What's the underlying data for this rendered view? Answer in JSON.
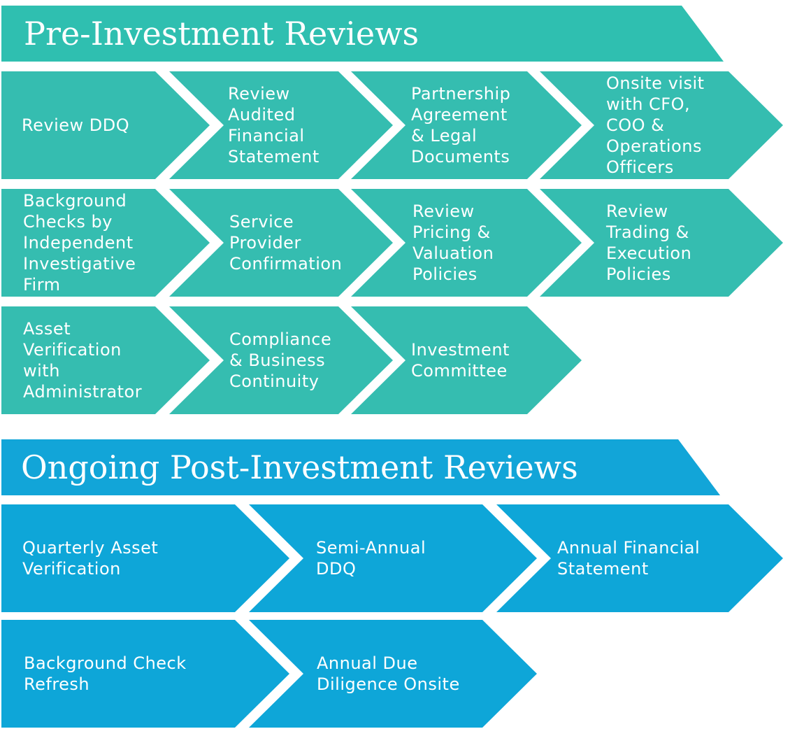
{
  "colors": {
    "pre_banner": "#2fbfb0",
    "pre_chevron": "#35bdb0",
    "post_banner": "#12a5d8",
    "post_chevron": "#0ea6d8"
  },
  "pre_investment": {
    "title": "Pre-Investment Reviews",
    "steps": [
      "Review DDQ",
      "Review\nAudited\nFinancial\nStatement",
      "Partnership\nAgreement\n& Legal\nDocuments",
      "Onsite visit\nwith CFO,\nCOO &\nOperations\nOfficers",
      "Background\nChecks by\nIndependent\nInvestigative\nFirm",
      "Service\nProvider\nConfirmation",
      "Review\nPricing &\nValuation\nPolicies",
      "Review\nTrading &\nExecution\nPolicies",
      "Asset\nVerification\nwith\nAdministrator",
      "Compliance\n& Business\nContinuity",
      "Investment\nCommittee"
    ]
  },
  "post_investment": {
    "title": "Ongoing Post-Investment Reviews",
    "steps": [
      "Quarterly Asset\nVerification",
      "Semi-Annual\nDDQ",
      "Annual Financial\nStatement",
      "Background Check\nRefresh",
      "Annual Due\nDiligence Onsite"
    ]
  }
}
